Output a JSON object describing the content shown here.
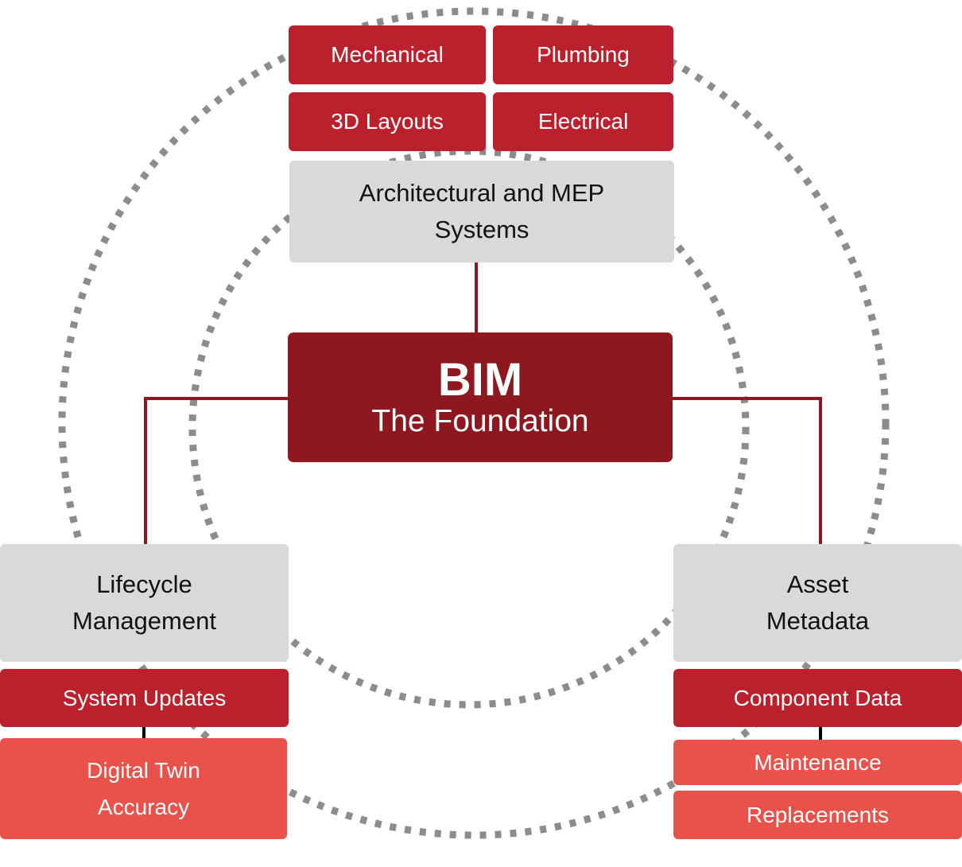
{
  "hub": {
    "title": "BIM",
    "subtitle": "The Foundation"
  },
  "top": {
    "heading": "Architectural and MEP Systems",
    "items": [
      "Mechanical",
      "Plumbing",
      "3D Layouts",
      "Electrical"
    ]
  },
  "left": {
    "heading": "Lifecycle Management",
    "item": "System Updates",
    "sub_item": "Digital Twin Accuracy"
  },
  "right": {
    "heading": "Asset Metadata",
    "item": "Component Data",
    "sub_items": [
      "Maintenance",
      "Replacements"
    ]
  },
  "colors": {
    "hub": "#8e1820",
    "item_red": "#bb212c",
    "item_light": "#e8524a",
    "heading_grey": "#d9d9d9",
    "connector": "#8e1820",
    "ring": "#8c8c8c"
  }
}
